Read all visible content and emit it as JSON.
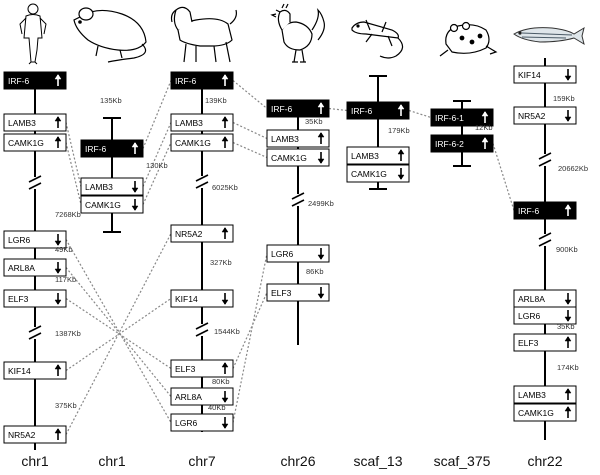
{
  "colors": {
    "ink": "#000000",
    "line": "#888888",
    "box_fill": "#ffffff",
    "black_fill": "#000000"
  },
  "species_icons": [
    "human-icon",
    "mouse-icon",
    "dog-icon",
    "chicken-icon",
    "lizard-icon",
    "frog-icon",
    "zebrafish-icon"
  ],
  "columns": [
    {
      "label": "chr1",
      "genes": [
        {
          "name": "IRF-6",
          "dir": "up",
          "black": true
        },
        {
          "name": "LAMB3",
          "dir": "up"
        },
        {
          "name": "CAMK1G",
          "dir": "up"
        },
        {
          "name": "LGR6",
          "dir": "down"
        },
        {
          "name": "ARL8A",
          "dir": "down"
        },
        {
          "name": "ELF3",
          "dir": "down"
        },
        {
          "name": "KIF14",
          "dir": "up"
        },
        {
          "name": "NR5A2",
          "dir": "up"
        }
      ],
      "distances": [
        "135Kb",
        "7268Kb",
        "49Kb",
        "117Kb",
        "1387Kb",
        "375Kb"
      ]
    },
    {
      "label": "chr1",
      "genes": [
        {
          "name": "IRF-6",
          "dir": "up",
          "black": true
        },
        {
          "name": "LAMB3",
          "dir": "down"
        },
        {
          "name": "CAMK1G",
          "dir": "down"
        }
      ],
      "distances": [
        "130Kb"
      ]
    },
    {
      "label": "chr7",
      "genes": [
        {
          "name": "IRF-6",
          "dir": "up",
          "black": true
        },
        {
          "name": "LAMB3",
          "dir": "up"
        },
        {
          "name": "CAMK1G",
          "dir": "up"
        },
        {
          "name": "NR5A2",
          "dir": "up"
        },
        {
          "name": "KIF14",
          "dir": "down"
        },
        {
          "name": "ELF3",
          "dir": "up"
        },
        {
          "name": "ARL8A",
          "dir": "down"
        },
        {
          "name": "LGR6",
          "dir": "down"
        }
      ],
      "distances": [
        "139Kb",
        "6025Kb",
        "327Kb",
        "1544Kb",
        "80Kb",
        "40Kb"
      ]
    },
    {
      "label": "chr26",
      "genes": [
        {
          "name": "IRF-6",
          "dir": "up",
          "black": true
        },
        {
          "name": "LAMB3",
          "dir": "up"
        },
        {
          "name": "CAMK1G",
          "dir": "down"
        },
        {
          "name": "LGR6",
          "dir": "down"
        },
        {
          "name": "ELF3",
          "dir": "down"
        }
      ],
      "distances": [
        "35Kb",
        "2499Kb",
        "86Kb"
      ]
    },
    {
      "label": "scaf_13",
      "genes": [
        {
          "name": "IRF-6",
          "dir": "up",
          "black": true
        },
        {
          "name": "LAMB3",
          "dir": "up"
        },
        {
          "name": "CAMK1G",
          "dir": "down"
        }
      ],
      "distances": [
        "179Kb"
      ]
    },
    {
      "label": "scaf_375",
      "genes": [
        {
          "name": "IRF-6-1",
          "dir": "up",
          "black": true
        },
        {
          "name": "IRF-6-2",
          "dir": "up",
          "black": true
        }
      ],
      "distances": [
        "12Kb"
      ]
    },
    {
      "label": "chr22",
      "genes": [
        {
          "name": "KIF14",
          "dir": "down"
        },
        {
          "name": "NR5A2",
          "dir": "down"
        },
        {
          "name": "IRF-6",
          "dir": "up",
          "black": true
        },
        {
          "name": "ARL8A",
          "dir": "down"
        },
        {
          "name": "LGR6",
          "dir": "down"
        },
        {
          "name": "ELF3",
          "dir": "up"
        },
        {
          "name": "LAMB3",
          "dir": "up"
        },
        {
          "name": "CAMK1G",
          "dir": "up"
        }
      ],
      "distances": [
        "159Kb",
        "20662Kb",
        "900Kb",
        "35Kb",
        "174Kb"
      ]
    }
  ]
}
